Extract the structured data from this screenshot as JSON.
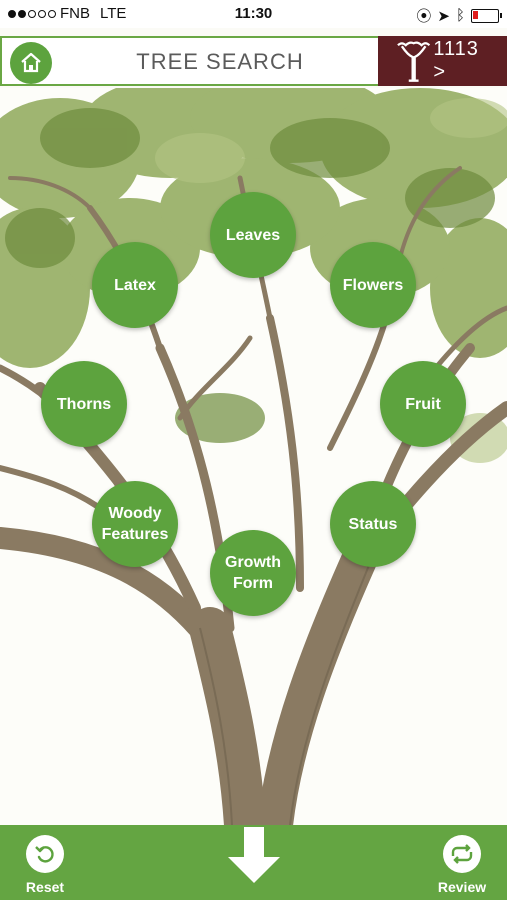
{
  "status_bar": {
    "carrier": "FNB",
    "network": "LTE",
    "time": "11:30"
  },
  "header": {
    "title": "TREE SEARCH",
    "count_label": "1113 >",
    "accent": "#5da33e",
    "count_bg": "#5e1f23"
  },
  "categories": [
    "Leaves",
    "Latex",
    "Flowers",
    "Thorns",
    "Fruit",
    "Woody\nFeatures",
    "Status",
    "Growth\nForm"
  ],
  "bottom_bar": {
    "reset_label": "Reset",
    "review_label": "Review"
  },
  "icons": [
    "home-icon",
    "tree-icon",
    "reset-icon",
    "review-icon",
    "down-arrow-icon"
  ]
}
